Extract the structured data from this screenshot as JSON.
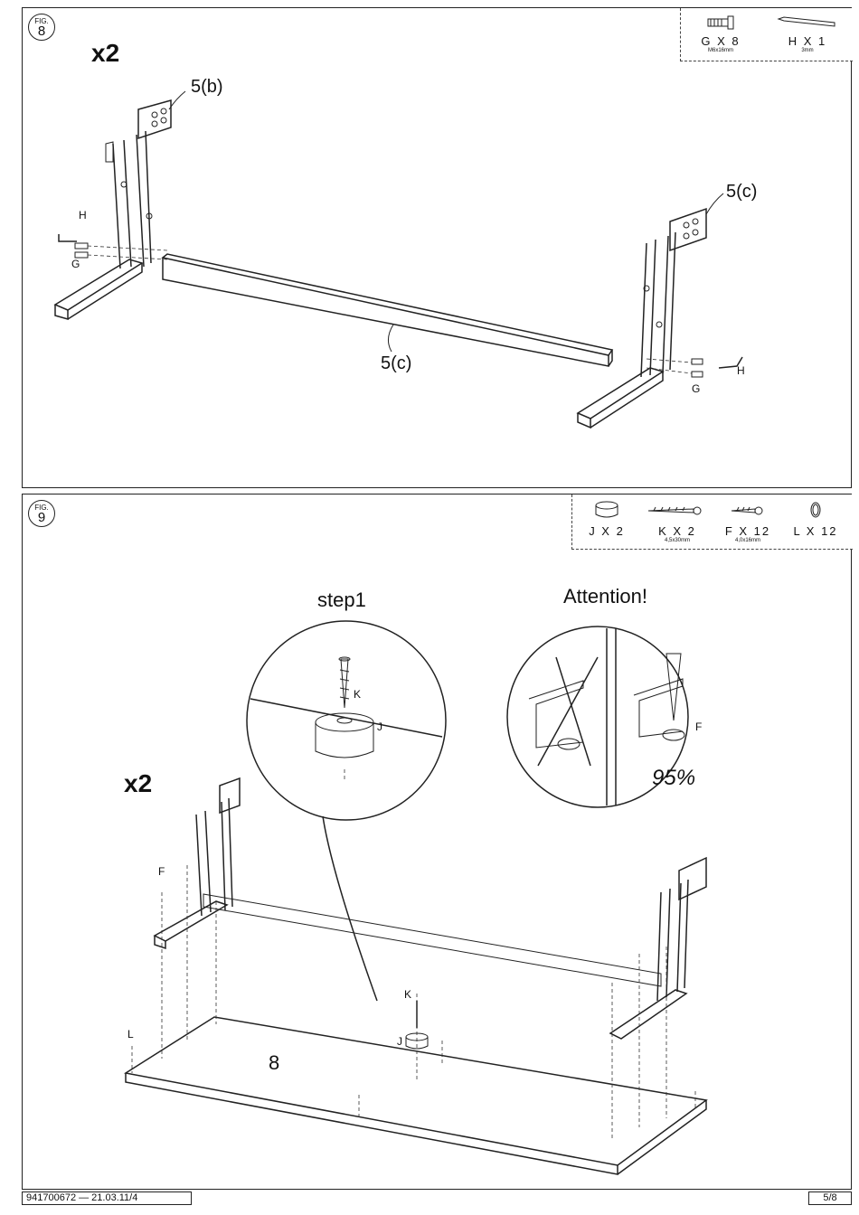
{
  "fig8": {
    "fig_word": "FIG.",
    "number": "8",
    "multiplier": "x2",
    "parts": [
      {
        "label": "G X 8",
        "size": "M6x16mm",
        "icon": "bolt-icon"
      },
      {
        "label": "H X 1",
        "size": "3mm",
        "icon": "hex-key-icon"
      }
    ],
    "callouts": {
      "leg_left": "5(b)",
      "leg_right": "5(c)",
      "beam": "5(c)",
      "hex_left": "H",
      "bolt_left": "G",
      "hex_right": "H",
      "bolt_right": "G"
    }
  },
  "fig9": {
    "fig_word": "FIG.",
    "number": "9",
    "multiplier": "x2",
    "parts": [
      {
        "label": "J X 2",
        "size": "",
        "icon": "foot-pad-icon"
      },
      {
        "label": "K X 2",
        "size": "4,5x30mm",
        "icon": "long-screw-icon"
      },
      {
        "label": "F X 12",
        "size": "4,0x16mm",
        "icon": "short-screw-icon"
      },
      {
        "label": "L X 12",
        "size": "",
        "icon": "washer-icon"
      }
    ],
    "step_title": "step1",
    "attention_title": "Attention!",
    "percent": "95%",
    "callouts": {
      "step_screw": "K",
      "step_pad": "J",
      "attention_screw": "F",
      "board": "8",
      "screw_f": "F",
      "washer_l": "L",
      "screw_k": "K",
      "pad_j": "J"
    }
  },
  "footer": {
    "doc_id": "941700672  —  21.03.11/4",
    "page": "5/8"
  }
}
